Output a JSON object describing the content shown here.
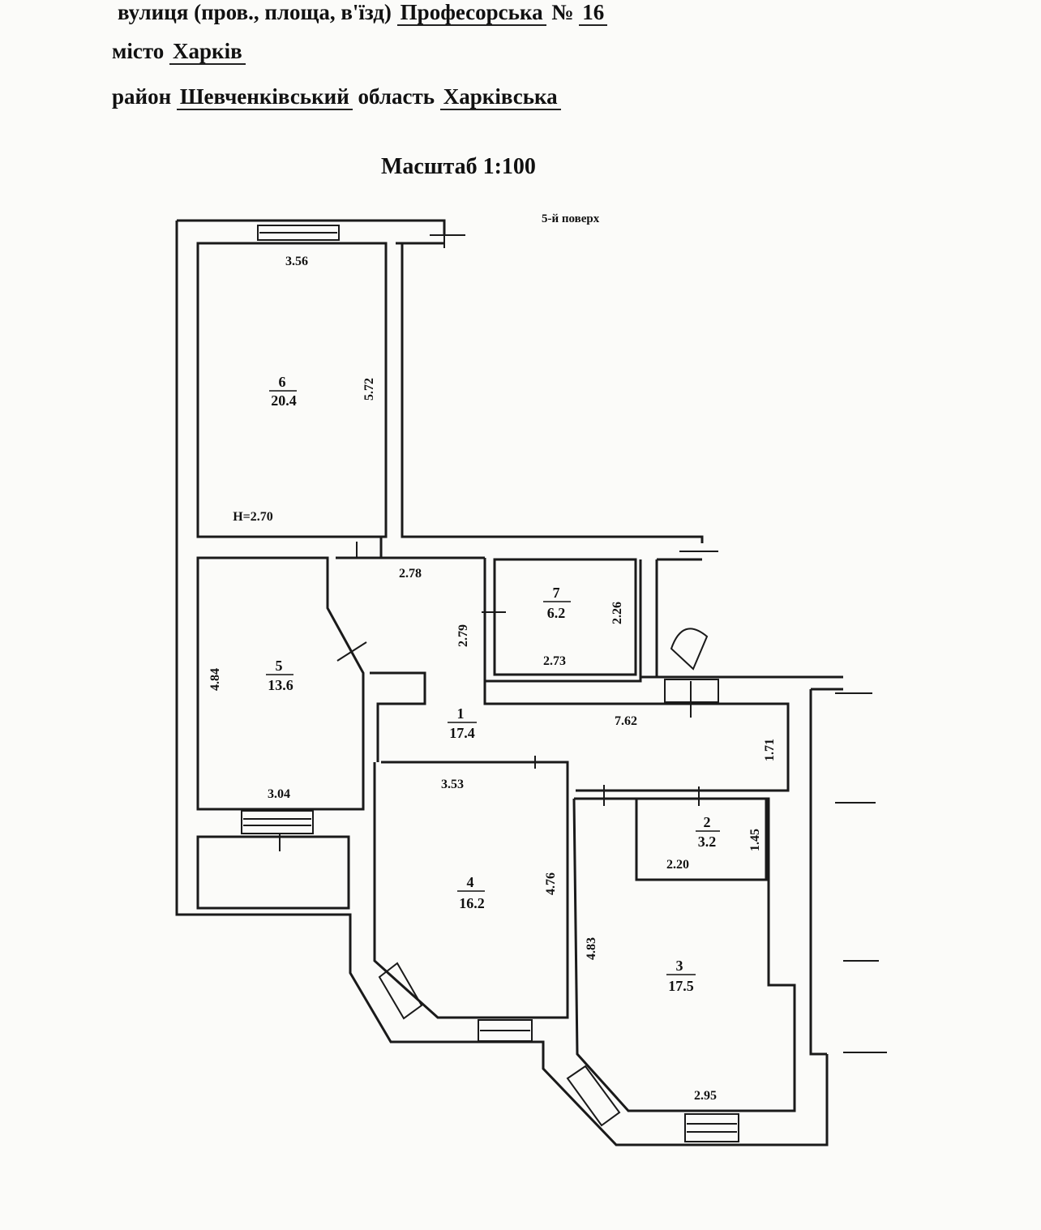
{
  "header": {
    "street_label": "вулиця (пров., площа, в'їзд)",
    "street": "Професорська",
    "number_label": "№",
    "number": "16",
    "city_label": "місто",
    "city": "Харків",
    "district_label": "район",
    "district": "Шевченківський",
    "region_label": "область",
    "region": "Харківська"
  },
  "scale_label": "Масштаб 1:100",
  "floor_label": "5-й поверх",
  "height_note": "Н=2.70",
  "rooms": [
    {
      "num": "6",
      "area": "20.4"
    },
    {
      "num": "5",
      "area": "13.6"
    },
    {
      "num": "7",
      "area": "6.2"
    },
    {
      "num": "1",
      "area": "17.4"
    },
    {
      "num": "4",
      "area": "16.2"
    },
    {
      "num": "2",
      "area": "3.2"
    },
    {
      "num": "3",
      "area": "17.5"
    }
  ],
  "dims": [
    "3.56",
    "5.72",
    "2.78",
    "2.79",
    "2.26",
    "2.73",
    "4.84",
    "7.62",
    "1.71",
    "3.04",
    "3.53",
    "4.76",
    "1.45",
    "2.20",
    "4.83",
    "2.95"
  ]
}
